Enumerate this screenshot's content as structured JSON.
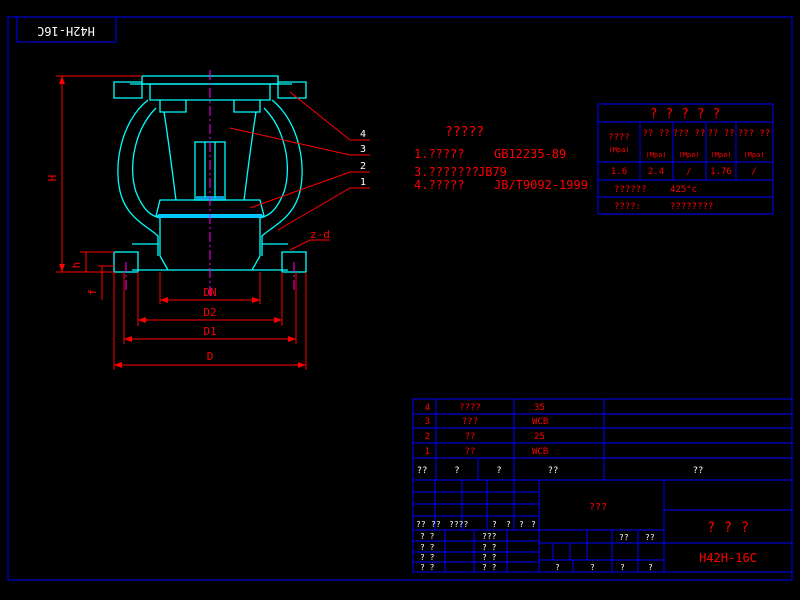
{
  "drawing_code_mirrored": "H42H-16C",
  "drawing_code": "H42H-16C",
  "colors": {
    "background": "#000000",
    "frame": "#0000ff",
    "outline": "#00ffff",
    "annotation": "#ff0000",
    "center_line": "#ff00ff",
    "fill": "#00c8ff"
  },
  "dimensions": {
    "H": "H",
    "h": "h",
    "f": "f",
    "DN": "DN",
    "D2": "D2",
    "D1": "D1",
    "D": "D",
    "zd": "z-d"
  },
  "part_callouts": [
    "4",
    "3",
    "2",
    "1"
  ],
  "notes": {
    "title": "?????",
    "items": [
      {
        "text": "1.?????",
        "ref": "GB12235-89"
      },
      {
        "text": "3.???????",
        "ref": "JB79"
      },
      {
        "text": "4.?????",
        "ref": "JB/T9092-1999"
      }
    ]
  },
  "spec_table": {
    "title": "? ? ? ? ?",
    "headers": [
      {
        "name": "????",
        "unit": "(Mpa)"
      },
      {
        "name": "?? ??",
        "unit": "(Mpa)"
      },
      {
        "name": "??? ??",
        "unit": "(Mpa)"
      },
      {
        "name": "?? ??",
        "unit": "(Mpa)"
      },
      {
        "name": "??? ??",
        "unit": "(Mpa)"
      }
    ],
    "values": [
      "1.6",
      "2.4",
      "/",
      "1.76",
      "/"
    ],
    "temp_label": "??????",
    "temp_value": "425°c",
    "medium_label": "????:",
    "medium_value": "????????"
  },
  "bom": {
    "rows": [
      {
        "no": "4",
        "name": "????",
        "material": "35"
      },
      {
        "no": "3",
        "name": "???",
        "material": "WCB"
      },
      {
        "no": "2",
        "name": "??",
        "material": "25"
      },
      {
        "no": "1",
        "name": "??",
        "material": "WCB"
      }
    ],
    "header": [
      "??",
      "?",
      "?",
      "??",
      "??"
    ]
  },
  "title_block": {
    "center": "???",
    "right": "? ? ?",
    "code": "H42H-16C",
    "sig_header": [
      "??",
      "??",
      "????",
      "?",
      "?",
      "?",
      "?"
    ],
    "left_labels": [
      "? ?",
      "? ?",
      "? ?",
      "? ?"
    ],
    "mid_labels": [
      "???",
      "? ?",
      "? ?",
      "? ?"
    ],
    "stage_labels": [
      "??",
      "??"
    ],
    "footer": [
      "?",
      "?",
      "?",
      "?"
    ]
  }
}
